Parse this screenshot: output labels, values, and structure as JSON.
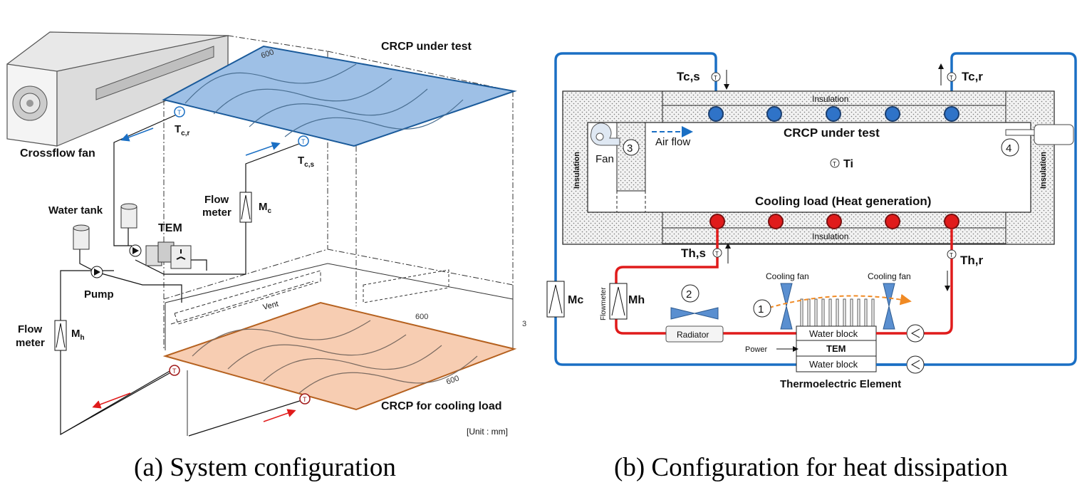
{
  "panel_a": {
    "caption": "(a) System configuration",
    "labels": {
      "crcp_test": "CRCP under test",
      "crcp_load": "CRCP for cooling load",
      "crossflow_fan": "Crossflow fan",
      "water_tank": "Water tank",
      "tem": "TEM",
      "pump": "Pump",
      "flow_meter_1": "Flow",
      "flow_meter_2": "meter",
      "mc": "M",
      "mc_sub": "c",
      "mh": "M",
      "mh_sub": "h",
      "tcr": "T",
      "tcr_sub": "c,r",
      "tcs": "T",
      "tcs_sub": "c,s",
      "vent": "Vent",
      "unit": "[Unit : mm]",
      "dim_600": "600",
      "dim_3": "3",
      "t_symbol": "T"
    }
  },
  "panel_b": {
    "caption": "(b) Configuration for heat dissipation",
    "labels": {
      "tcs": "Tc,s",
      "tcr": "Tc,r",
      "ths": "Th,s",
      "thr": "Th,r",
      "insulation": "Insulation",
      "crcp_test": "CRCP under test",
      "air_flow": "Air flow",
      "fan": "Fan",
      "ti": "Ti",
      "cooling_load": "Cooling load (Heat generation)",
      "mc": "Mc",
      "mh": "Mh",
      "flowmeter": "Flowmeter",
      "radiator": "Radiator",
      "cooling_fan": "Cooling fan",
      "water_block": "Water block",
      "tem": "TEM",
      "power": "Power",
      "thermoelectric": "Thermoelectric Element",
      "n1": "1",
      "n2": "2",
      "n3": "3",
      "n4": "4",
      "t_symbol": "T"
    },
    "colors": {
      "cold": "#1a6fc4",
      "hot": "#e01b1b",
      "orange": "#f08a24"
    }
  }
}
